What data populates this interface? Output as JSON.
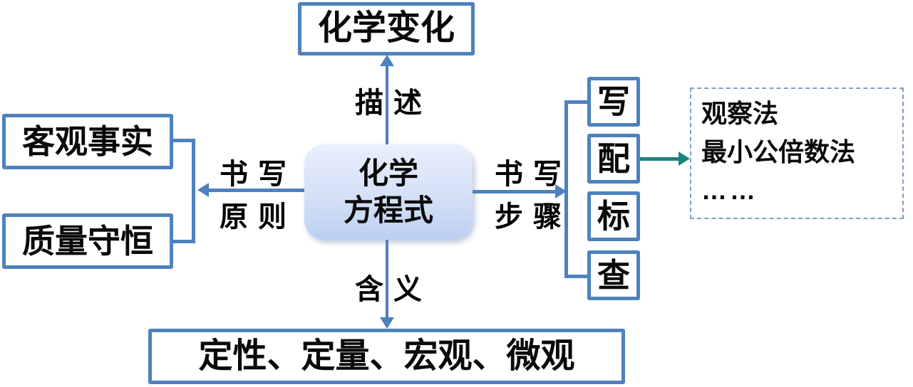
{
  "colors": {
    "accent_blue": "#4e81bd",
    "teal_arrow": "#17867d",
    "dashed_border": "#7d9fc5",
    "center_gradient_top": "#e9effc",
    "center_gradient_bottom": "#bccff1",
    "text": "#0a0a0a"
  },
  "nodes": {
    "top": {
      "label": "化学变化"
    },
    "center": {
      "line1": "化学",
      "line2": "方程式"
    },
    "left_facts": {
      "label": "客观事实"
    },
    "left_mass": {
      "label": "质量守恒"
    },
    "steps": [
      "写",
      "配",
      "标",
      "查"
    ],
    "methods": {
      "lines": [
        "观察法",
        "最小公倍数法",
        "……"
      ]
    },
    "bottom": {
      "label": "定性、定量、宏观、微观"
    }
  },
  "edges": {
    "describe": "描述",
    "principles_top": "书写",
    "principles_bottom": "原则",
    "steps_top": "书写",
    "steps_bottom": "步骤",
    "meaning": "含义"
  }
}
